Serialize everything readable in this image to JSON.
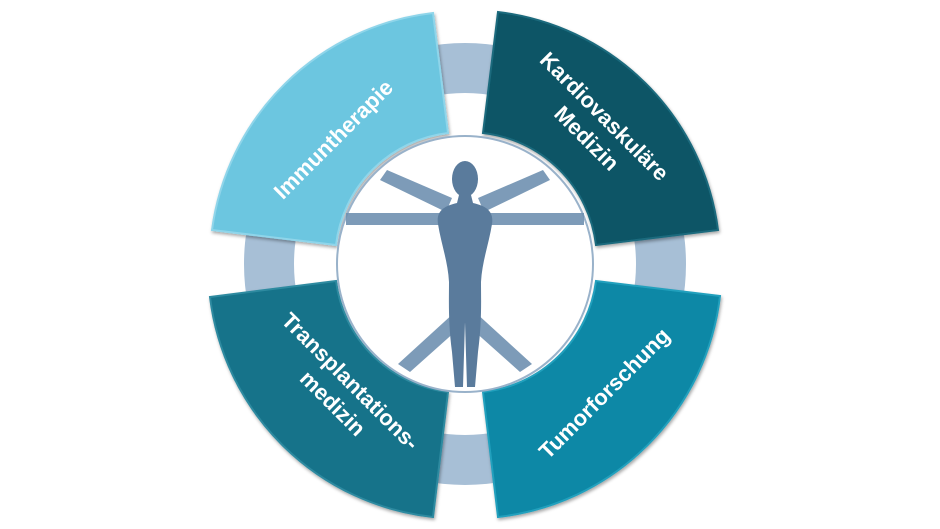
{
  "diagram": {
    "segments": [
      {
        "id": "immuntherapie",
        "lines": [
          "Immuntherapie"
        ],
        "color": "#6cc6e0",
        "rim": "#8fd5ea",
        "shadow": "#56acc6"
      },
      {
        "id": "kardiovaskulaere",
        "lines": [
          "Kardiovaskuläre",
          "Medizin"
        ],
        "color": "#075466",
        "rim": "#1c6b7d",
        "shadow": "#053f4d"
      },
      {
        "id": "transplantation",
        "lines": [
          "Transplantations-",
          "medizin"
        ],
        "color": "#16738a",
        "rim": "#2d8aa0",
        "shadow": "#0f5b6e"
      },
      {
        "id": "tumorforschung",
        "lines": [
          "Tumorforschung"
        ],
        "color": "#0888a6",
        "rim": "#23a0bd",
        "shadow": "#066c85"
      }
    ],
    "colors": {
      "ring": "#a7bfd6",
      "center_fill": "#ffffff",
      "center_stroke": "#99b2ca",
      "figure": "#5a7b9c",
      "figure_limbs": "#6f90b0"
    }
  }
}
